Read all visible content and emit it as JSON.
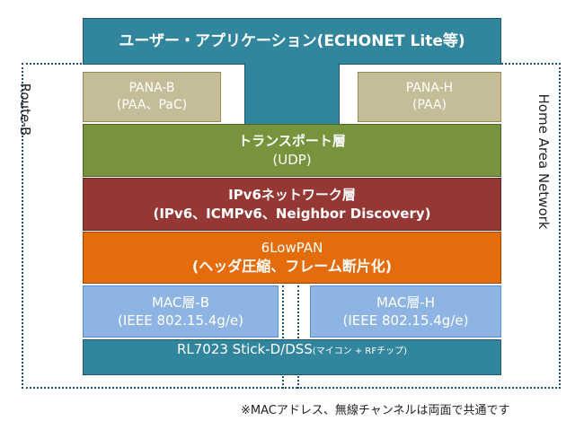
{
  "app_layer": {
    "label": "ユーザー・アプリケーション(ECHONET Lite等)"
  },
  "pana_b": {
    "line1": "PANA-B",
    "line2": "(PAA、PaC)"
  },
  "pana_h": {
    "line1": "PANA-H",
    "line2": "(PAA)"
  },
  "transport": {
    "line1": "トランスポート層",
    "line2": "(UDP)"
  },
  "network": {
    "line1": "IPv6ネットワーク層",
    "line2": "(IPv6、ICMPv6、Neighbor Discovery)"
  },
  "lowpan": {
    "line1": "6LowPAN",
    "line2": "(ヘッダ圧縮、フレーム断片化)"
  },
  "mac_b": {
    "line1": "MAC層-B",
    "line2": "(IEEE 802.15.4g/e)"
  },
  "mac_h": {
    "line1": "MAC層-H",
    "line2": "(IEEE 802.15.4g/e)"
  },
  "stick": {
    "main": "RL7023 Stick-D/DSS",
    "sub": "(マイコン + RFチップ)"
  },
  "route_b_label": "Route-B",
  "han_label": "Home Area Network",
  "footnote": "※MACアドレス、無線チャンネルは両面で共通です",
  "colors": {
    "teal": "#31859c",
    "tan": "#c4bd97",
    "green": "#77933c",
    "red": "#953735",
    "orange": "#e46c0a",
    "light_blue": "#8eb4e3",
    "dots": "#1f4e79"
  }
}
